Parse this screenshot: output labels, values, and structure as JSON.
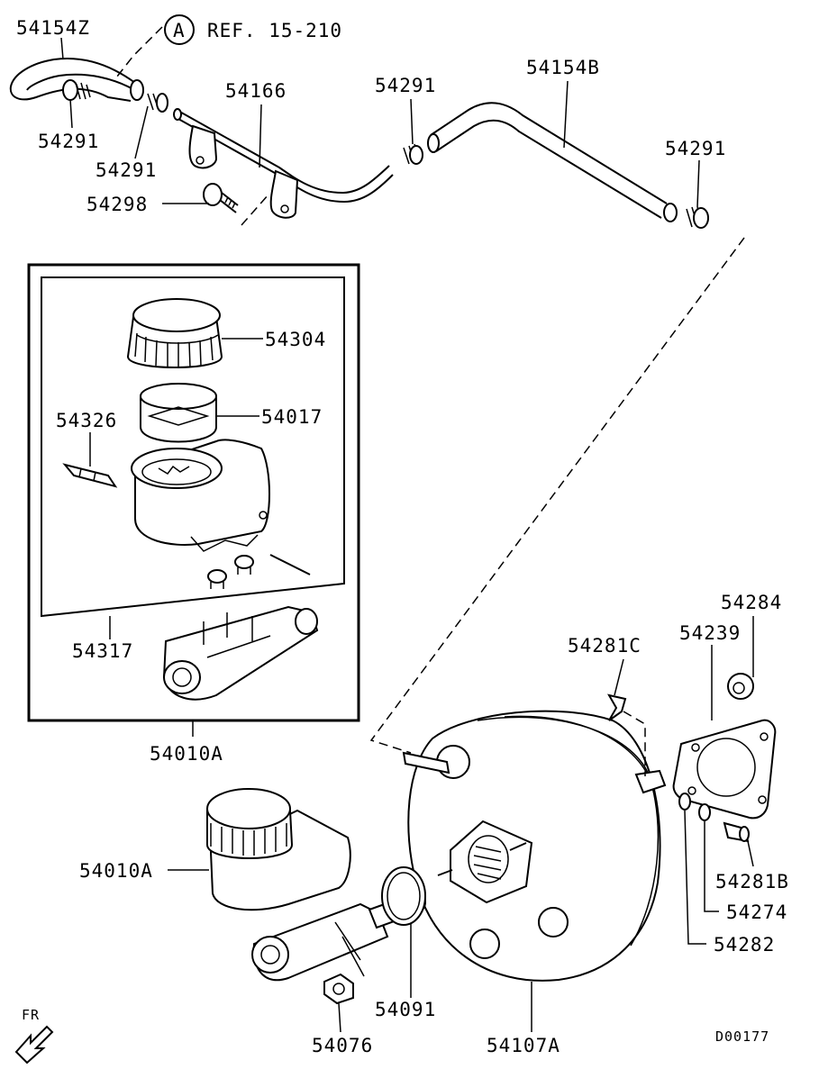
{
  "reference": {
    "circle_letter": "A",
    "text": "REF. 15-210"
  },
  "labels": {
    "hose_54154z": "54154Z",
    "clamp_54291_a": "54291",
    "clamp_54291_b": "54291",
    "pipe_54166": "54166",
    "clamp_54291_c": "54291",
    "hose_54154b": "54154B",
    "clamp_54291_d": "54291",
    "bolt_54298": "54298",
    "cap_54304": "54304",
    "strainer_54017": "54017",
    "pin_54326": "54326",
    "reservoir_54317": "54317",
    "master_cyl_54010a_box": "54010A",
    "clip_54281c": "54281C",
    "gasket_54239": "54239",
    "nut_54284": "54284",
    "master_cyl_54010a": "54010A",
    "pin_54281b": "54281B",
    "washer_54274": "54274",
    "washer_54282": "54282",
    "oring_54091": "54091",
    "nut_54076": "54076",
    "booster_54107a": "54107A"
  },
  "direction_marker": "FR",
  "diagram_code": "D00177"
}
